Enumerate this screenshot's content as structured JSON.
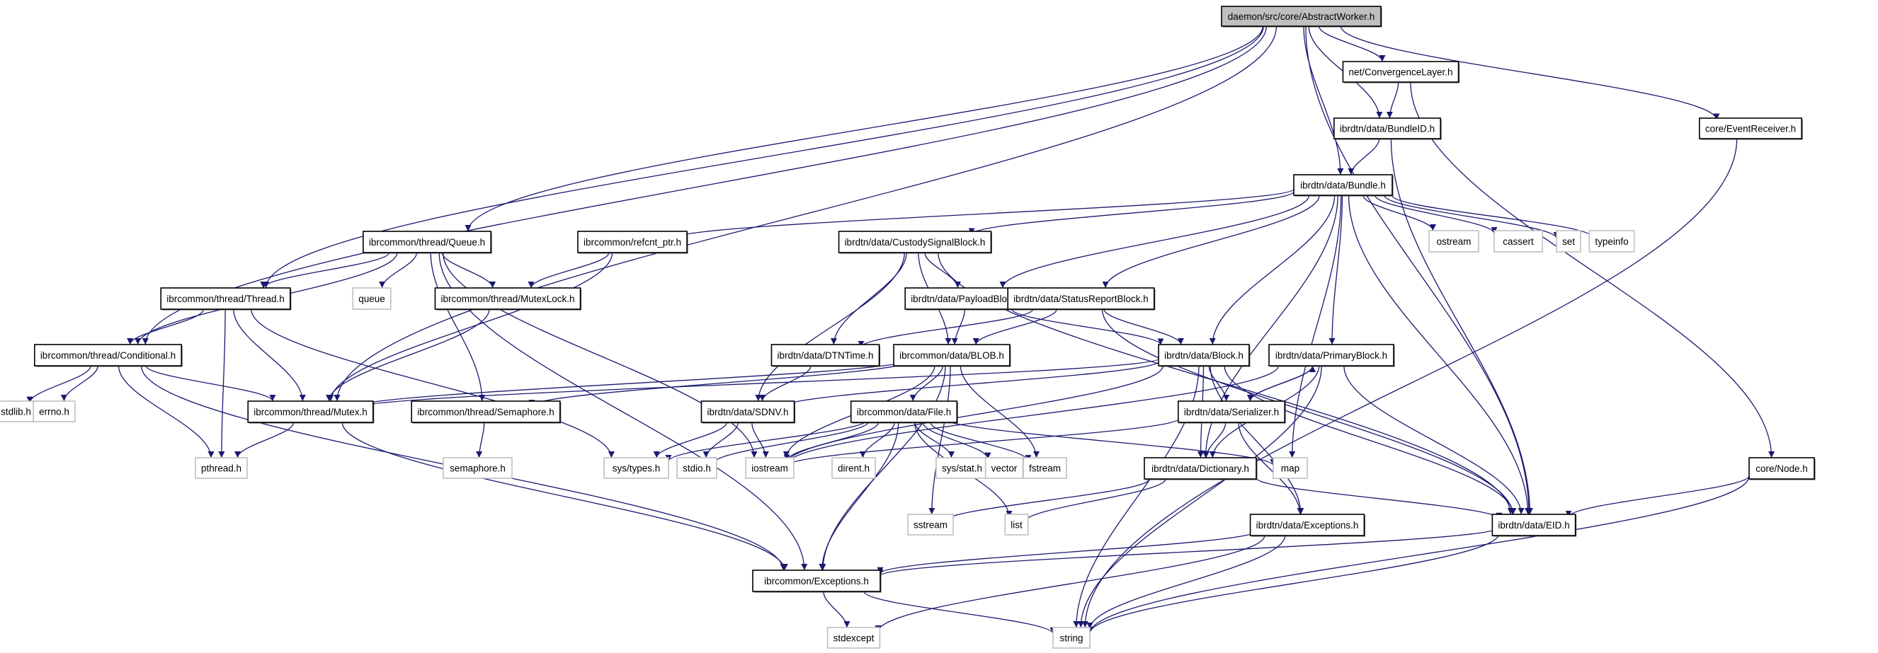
{
  "diagram": {
    "title": "daemon/src/core/AbstractWorker.h",
    "colors": {
      "edge": "#191970",
      "root_fill": "#bfbfbf",
      "node_border": "#000000",
      "external_border": "#bfbfbf"
    },
    "nodes": [
      {
        "id": "root",
        "label": "daemon/src/core/AbstractWorker.h",
        "kind": "root"
      },
      {
        "id": "convlayer",
        "label": "net/ConvergenceLayer.h",
        "kind": "project"
      },
      {
        "id": "bundleid",
        "label": "ibrdtn/data/BundleID.h",
        "kind": "project"
      },
      {
        "id": "eventreceiver",
        "label": "core/EventReceiver.h",
        "kind": "project"
      },
      {
        "id": "bundle",
        "label": "ibrdtn/data/Bundle.h",
        "kind": "project"
      },
      {
        "id": "queue_h",
        "label": "ibrcommon/thread/Queue.h",
        "kind": "project"
      },
      {
        "id": "refcnt",
        "label": "ibrcommon/refcnt_ptr.h",
        "kind": "project"
      },
      {
        "id": "custody",
        "label": "ibrdtn/data/CustodySignalBlock.h",
        "kind": "project"
      },
      {
        "id": "ostream",
        "label": "ostream",
        "kind": "external"
      },
      {
        "id": "cassert",
        "label": "cassert",
        "kind": "external"
      },
      {
        "id": "set",
        "label": "set",
        "kind": "external"
      },
      {
        "id": "typeinfo",
        "label": "typeinfo",
        "kind": "external"
      },
      {
        "id": "thread",
        "label": "ibrcommon/thread/Thread.h",
        "kind": "project"
      },
      {
        "id": "queue",
        "label": "queue",
        "kind": "external"
      },
      {
        "id": "mutexlock",
        "label": "ibrcommon/thread/MutexLock.h",
        "kind": "project"
      },
      {
        "id": "payload",
        "label": "ibrdtn/data/PayloadBlock.h",
        "kind": "project"
      },
      {
        "id": "statusreport",
        "label": "ibrdtn/data/StatusReportBlock.h",
        "kind": "project"
      },
      {
        "id": "conditional",
        "label": "ibrcommon/thread/Conditional.h",
        "kind": "project"
      },
      {
        "id": "dtntime",
        "label": "ibrdtn/data/DTNTime.h",
        "kind": "project"
      },
      {
        "id": "blob",
        "label": "ibrcommon/data/BLOB.h",
        "kind": "project"
      },
      {
        "id": "block",
        "label": "ibrdtn/data/Block.h",
        "kind": "project"
      },
      {
        "id": "primary",
        "label": "ibrdtn/data/PrimaryBlock.h",
        "kind": "project"
      },
      {
        "id": "stdlib",
        "label": "stdlib.h",
        "kind": "external"
      },
      {
        "id": "errno",
        "label": "errno.h",
        "kind": "external"
      },
      {
        "id": "mutex",
        "label": "ibrcommon/thread/Mutex.h",
        "kind": "project"
      },
      {
        "id": "semaphore_h",
        "label": "ibrcommon/thread/Semaphore.h",
        "kind": "project"
      },
      {
        "id": "sdnv",
        "label": "ibrdtn/data/SDNV.h",
        "kind": "project"
      },
      {
        "id": "file",
        "label": "ibrcommon/data/File.h",
        "kind": "project"
      },
      {
        "id": "serializer",
        "label": "ibrdtn/data/Serializer.h",
        "kind": "project"
      },
      {
        "id": "pthread",
        "label": "pthread.h",
        "kind": "external"
      },
      {
        "id": "semaphore",
        "label": "semaphore.h",
        "kind": "external"
      },
      {
        "id": "systypes",
        "label": "sys/types.h",
        "kind": "external"
      },
      {
        "id": "stdio",
        "label": "stdio.h",
        "kind": "external"
      },
      {
        "id": "iostream",
        "label": "iostream",
        "kind": "external"
      },
      {
        "id": "dirent",
        "label": "dirent.h",
        "kind": "external"
      },
      {
        "id": "sysstat",
        "label": "sys/stat.h",
        "kind": "external"
      },
      {
        "id": "vector",
        "label": "vector",
        "kind": "external"
      },
      {
        "id": "fstream",
        "label": "fstream",
        "kind": "external"
      },
      {
        "id": "dictionary",
        "label": "ibrdtn/data/Dictionary.h",
        "kind": "project"
      },
      {
        "id": "map",
        "label": "map",
        "kind": "external"
      },
      {
        "id": "node",
        "label": "core/Node.h",
        "kind": "project"
      },
      {
        "id": "sstream",
        "label": "sstream",
        "kind": "external"
      },
      {
        "id": "list",
        "label": "list",
        "kind": "external"
      },
      {
        "id": "dtnexceptions",
        "label": "ibrdtn/data/Exceptions.h",
        "kind": "project"
      },
      {
        "id": "eid",
        "label": "ibrdtn/data/EID.h",
        "kind": "project"
      },
      {
        "id": "commonexceptions",
        "label": "ibrcommon/Exceptions.h",
        "kind": "project"
      },
      {
        "id": "stdexcept",
        "label": "stdexcept",
        "kind": "external"
      },
      {
        "id": "string",
        "label": "string",
        "kind": "external"
      }
    ],
    "edges": [
      [
        "root",
        "convlayer"
      ],
      [
        "root",
        "bundleid"
      ],
      [
        "root",
        "eventreceiver"
      ],
      [
        "root",
        "bundle"
      ],
      [
        "root",
        "queue_h"
      ],
      [
        "root",
        "thread"
      ],
      [
        "root",
        "conditional"
      ],
      [
        "root",
        "mutex"
      ],
      [
        "root",
        "eid"
      ],
      [
        "convlayer",
        "bundleid"
      ],
      [
        "convlayer",
        "node"
      ],
      [
        "bundleid",
        "bundle"
      ],
      [
        "bundleid",
        "eid"
      ],
      [
        "eventreceiver",
        "string"
      ],
      [
        "bundle",
        "refcnt"
      ],
      [
        "bundle",
        "custody"
      ],
      [
        "bundle",
        "ostream"
      ],
      [
        "bundle",
        "cassert"
      ],
      [
        "bundle",
        "set"
      ],
      [
        "bundle",
        "typeinfo"
      ],
      [
        "bundle",
        "payload"
      ],
      [
        "bundle",
        "statusreport"
      ],
      [
        "bundle",
        "block"
      ],
      [
        "bundle",
        "primary"
      ],
      [
        "bundle",
        "dictionary"
      ],
      [
        "bundle",
        "map"
      ],
      [
        "bundle",
        "eid"
      ],
      [
        "queue_h",
        "thread"
      ],
      [
        "queue_h",
        "queue"
      ],
      [
        "queue_h",
        "mutexlock"
      ],
      [
        "queue_h",
        "conditional"
      ],
      [
        "queue_h",
        "semaphore_h"
      ],
      [
        "queue_h",
        "commonexceptions"
      ],
      [
        "queue_h",
        "iostream"
      ],
      [
        "refcnt",
        "mutexlock"
      ],
      [
        "refcnt",
        "mutex"
      ],
      [
        "custody",
        "payload"
      ],
      [
        "custody",
        "dtntime"
      ],
      [
        "custody",
        "blob"
      ],
      [
        "custody",
        "sdnv"
      ],
      [
        "custody",
        "eid"
      ],
      [
        "thread",
        "conditional"
      ],
      [
        "thread",
        "mutex"
      ],
      [
        "thread",
        "pthread"
      ],
      [
        "thread",
        "systypes"
      ],
      [
        "mutexlock",
        "mutex"
      ],
      [
        "payload",
        "blob"
      ],
      [
        "payload",
        "block"
      ],
      [
        "statusreport",
        "dtntime"
      ],
      [
        "statusreport",
        "blob"
      ],
      [
        "statusreport",
        "block"
      ],
      [
        "statusreport",
        "eid"
      ],
      [
        "conditional",
        "stdlib"
      ],
      [
        "conditional",
        "errno"
      ],
      [
        "conditional",
        "mutex"
      ],
      [
        "conditional",
        "pthread"
      ],
      [
        "conditional",
        "commonexceptions"
      ],
      [
        "dtntime",
        "sdnv"
      ],
      [
        "blob",
        "mutex"
      ],
      [
        "blob",
        "semaphore_h"
      ],
      [
        "blob",
        "file"
      ],
      [
        "blob",
        "iostream"
      ],
      [
        "blob",
        "fstream"
      ],
      [
        "blob",
        "sstream"
      ],
      [
        "blob",
        "commonexceptions"
      ],
      [
        "block",
        "sdnv"
      ],
      [
        "block",
        "serializer"
      ],
      [
        "block",
        "dictionary"
      ],
      [
        "block",
        "dtnexceptions"
      ],
      [
        "block",
        "eid"
      ],
      [
        "block",
        "string"
      ],
      [
        "block",
        "iostream"
      ],
      [
        "block",
        "mutex"
      ],
      [
        "primary",
        "serializer"
      ],
      [
        "primary",
        "dictionary"
      ],
      [
        "primary",
        "eid"
      ],
      [
        "primary",
        "string"
      ],
      [
        "primary",
        "iostream"
      ],
      [
        "serializer",
        "primary"
      ],
      [
        "serializer",
        "dictionary"
      ],
      [
        "serializer",
        "dtnexceptions"
      ],
      [
        "serializer",
        "iostream"
      ],
      [
        "mutex",
        "pthread"
      ],
      [
        "mutex",
        "commonexceptions"
      ],
      [
        "semaphore_h",
        "semaphore"
      ],
      [
        "sdnv",
        "systypes"
      ],
      [
        "sdnv",
        "stdio"
      ],
      [
        "sdnv",
        "iostream"
      ],
      [
        "file",
        "systypes"
      ],
      [
        "file",
        "stdio"
      ],
      [
        "file",
        "iostream"
      ],
      [
        "file",
        "dirent"
      ],
      [
        "file",
        "sysstat"
      ],
      [
        "file",
        "vector"
      ],
      [
        "file",
        "fstream"
      ],
      [
        "file",
        "list"
      ],
      [
        "file",
        "map"
      ],
      [
        "file",
        "commonexceptions"
      ],
      [
        "dictionary",
        "sstream"
      ],
      [
        "dictionary",
        "list"
      ],
      [
        "dictionary",
        "eid"
      ],
      [
        "node",
        "eid"
      ],
      [
        "node",
        "string"
      ],
      [
        "dtnexceptions",
        "commonexceptions"
      ],
      [
        "dtnexceptions",
        "stdexcept"
      ],
      [
        "dtnexceptions",
        "string"
      ],
      [
        "eid",
        "commonexceptions"
      ],
      [
        "eid",
        "string"
      ],
      [
        "commonexceptions",
        "stdexcept"
      ],
      [
        "commonexceptions",
        "string"
      ]
    ]
  }
}
